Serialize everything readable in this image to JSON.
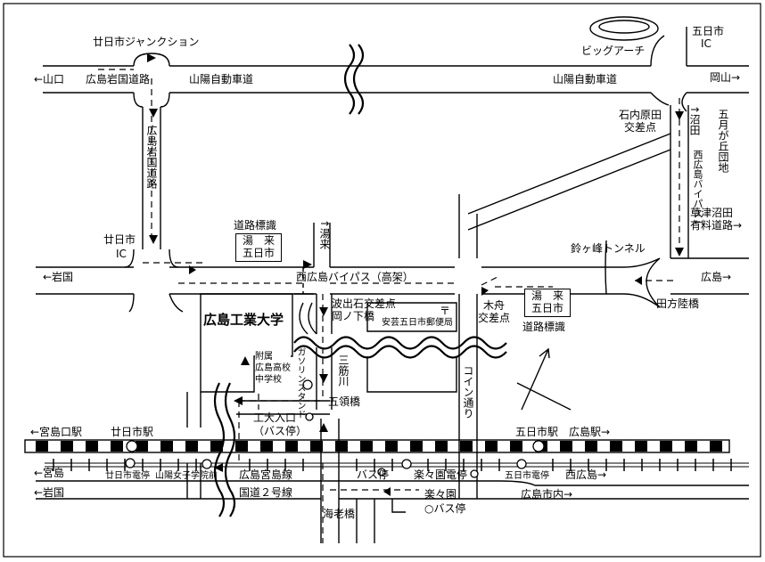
{
  "labels": {
    "hatsukaichi_jct": "廿日市ジャンクション",
    "big_arch": "ビッグアーチ",
    "itsukaichi_ic": "五日市",
    "itsukaichi_ic2": "IC",
    "yamaguchi": "←山口",
    "hiroshima_iwakuni_road": "広島岩国道路",
    "sanyo_expwy_w": "山陽自動車道",
    "sanyo_expwy_e": "山陽自動車道",
    "okayama": "岡山→",
    "ishiuchi": "石内原田",
    "ishiuchi2": "交差点",
    "numata": "↑沼田",
    "satsukigaoka": "五月が丘団地",
    "nishi_bypass": "西広島バイパス↓",
    "hiroshima_iwakuni_v": "広島岩国道路",
    "kusatsu1": "草津沼田",
    "kusatsu2": "有料道路→",
    "road_sign": "道路標識",
    "yukiko": "湯　来",
    "itsukaichi_box": "五日市",
    "yuki_arrow": "↑湯来",
    "hatsukaichi_ic": "廿日市",
    "hatsukaichi_ic2": "IC",
    "suzugamine": "鈴ヶ峰トンネル",
    "iwakuni_w": "←岩国",
    "bypass_elevated": "西広島バイパス（高架）",
    "hiroshima_e": "広島→",
    "tagata": "田方陸橋",
    "hamide": "波出石交差点",
    "okanoshita": "岡ノ下橋",
    "post_symbol": "〒",
    "post_office": "安芸五日市郵便局",
    "kifune1": "木舟",
    "kifune2": "交差点",
    "sign_box_yuki": "湯　来",
    "sign_box_itsuka": "五日市",
    "road_sign2": "道路標識",
    "hit": "広島工業大学",
    "fuzoku1": "附属",
    "fuzoku2": "広島高校",
    "fuzoku3": "中学校",
    "gas": "ガソリンスタンド",
    "sansuji": "三筋川",
    "coin": "コイン通り",
    "goryo": "五領橋",
    "kodai": "工大入口",
    "bus_stop": "（バス停）",
    "miyajimaguchi": "←宮島口駅",
    "hatsukaichi_st": "廿日市駅",
    "itsukaichi_st": "五日市駅",
    "hiroshima_st": "広島駅→",
    "miyajima": "←宮島",
    "hatsukaichi_tram": "廿日市電停",
    "sanyo_girls": "山陽女子学院前",
    "miyajima_line": "広島宮島線",
    "bus_stop2": "バス停",
    "rakurakuen_tram": "楽々園電停",
    "itsukaichi_tram": "五日市電停",
    "nishihiroshima": "西広島→",
    "iwakuni_s": "←岩国",
    "route2": "国道２号線",
    "rakurakuen": "楽々園",
    "bus_stop3": "○バス停",
    "hiroshima_city": "広島市内→",
    "ebi": "海老橋"
  },
  "colors": {
    "line": "#000000",
    "bg": "#ffffff"
  }
}
